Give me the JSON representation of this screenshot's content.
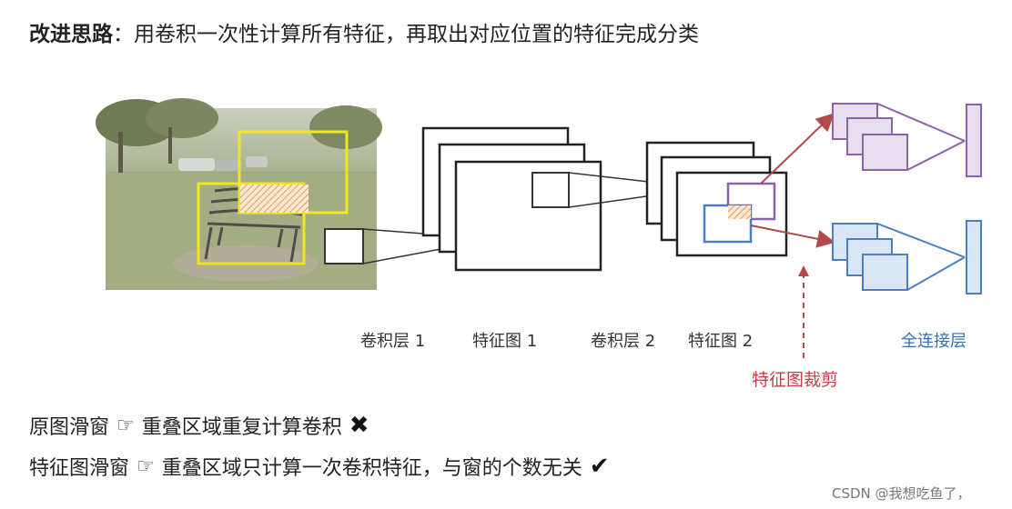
{
  "header": {
    "title_bold": "改进思路",
    "title_rest": "：用卷积一次性计算所有特征，再取出对应位置的特征完成分类"
  },
  "diagram": {
    "labels": {
      "conv1": "卷积层 1",
      "feat1": "特征图 1",
      "conv2": "卷积层 2",
      "feat2": "特征图 2",
      "fc": "全连接层",
      "crop": "特征图裁剪"
    },
    "colors": {
      "window_yellow": "#f2e622",
      "crop_purple": "#8a63a8",
      "crop_blue": "#4a7fc1",
      "arrow_red": "#b5484c",
      "hatch_orange": "#e59a4c"
    }
  },
  "notes": [
    {
      "text": "原图滑窗",
      "pointer_icon": "pointing-hand-icon",
      "detail": "重叠区域重复计算卷积",
      "mark": "✖",
      "mark_icon": "cross-icon"
    },
    {
      "text": "特征图滑窗",
      "pointer_icon": "pointing-hand-icon",
      "detail": "重叠区域只计算一次卷积特征，与窗的个数无关",
      "mark": "✔",
      "mark_icon": "check-icon"
    }
  ],
  "watermark": "CSDN @我想吃鱼了，"
}
